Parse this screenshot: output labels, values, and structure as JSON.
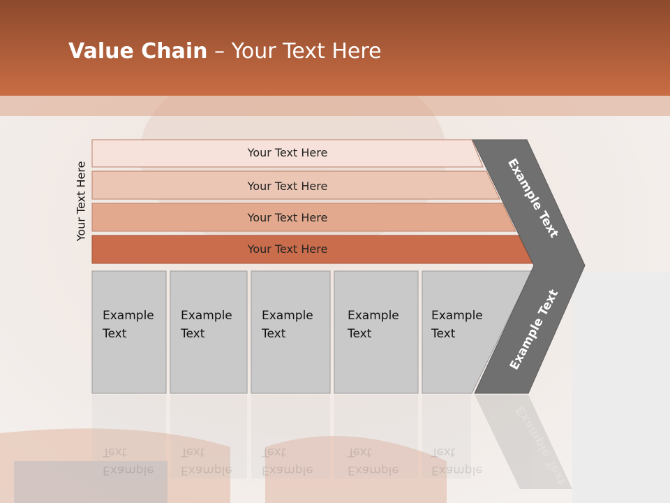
{
  "slide": {
    "title_bold": "Value Chain",
    "title_rest": " – Your Text Here",
    "side_label": "Your Text Here",
    "rows": [
      "Your Text Here",
      "Your Text Here",
      "Your Text Here",
      "Your Text Here"
    ],
    "columns": [
      {
        "line1": "Example",
        "line2": "Text"
      },
      {
        "line1": "Example",
        "line2": "Text"
      },
      {
        "line1": "Example",
        "line2": "Text"
      },
      {
        "line1": "Example",
        "line2": "Text"
      },
      {
        "line1": "Example",
        "line2": "Text"
      }
    ],
    "chevron_upper": "Example Text",
    "chevron_lower": "Example Text"
  },
  "colors": {
    "title_bar": "#c96d45",
    "row1": "#f6e2da",
    "row2": "#ecc6b4",
    "row3": "#e2a98e",
    "row4": "#c96d4d",
    "cell": "#c9c9c9",
    "chevron": "#707070"
  }
}
